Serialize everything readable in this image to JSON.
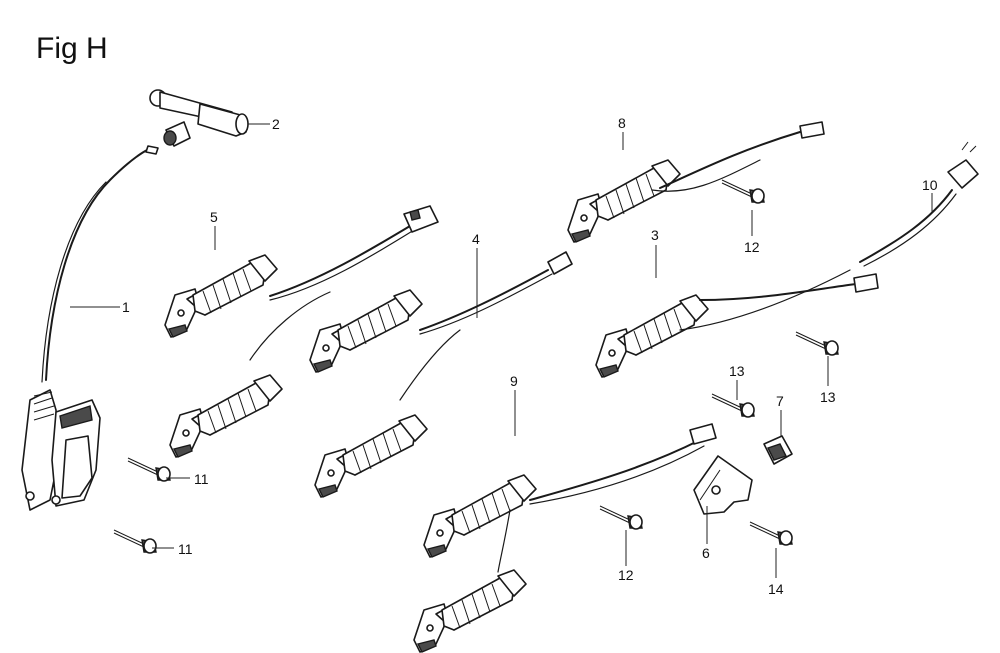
{
  "figure": {
    "title": "Fig H",
    "callouts": {
      "c1": "1",
      "c2": "2",
      "c3": "3",
      "c4": "4",
      "c5": "5",
      "c6": "6",
      "c7": "7",
      "c8": "8",
      "c9": "9",
      "c10": "10",
      "c11a": "11",
      "c11b": "11",
      "c12a": "12",
      "c12b": "12",
      "c13a": "13",
      "c13b": "13",
      "c14": "14"
    }
  }
}
